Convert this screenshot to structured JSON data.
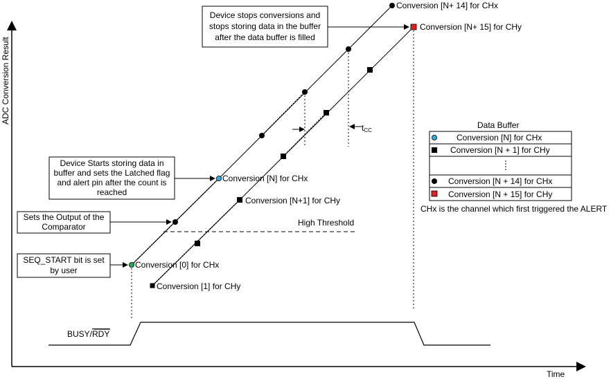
{
  "axes": {
    "y_label": "ADC Conversion Result",
    "x_label": "Time"
  },
  "callouts": {
    "stop": [
      "Device stops conversions and",
      "stops storing data in the buffer",
      "after the data buffer is filled"
    ],
    "start": [
      "Device Starts storing data in",
      "buffer  and sets the Latched flag",
      "and alert pin after the count is",
      "reached"
    ],
    "comparator": [
      "Sets the Output of the",
      "Comparator"
    ],
    "seq": [
      "SEQ_START bit is set",
      "by user"
    ]
  },
  "points": {
    "conv0": "Conversion [0] for CHx",
    "conv1": "Conversion [1] for CHy",
    "convN": "Conversion [N] for CHx",
    "convN1": "Conversion [N+1] for CHy",
    "convN14": "Conversion [N+ 14] for CHx",
    "convN15": "Conversion [N+ 15] for CHy"
  },
  "high_threshold": "High Threshold",
  "tcc": {
    "main": "t",
    "sub": "CC"
  },
  "busy": {
    "prefix": "BUSY/",
    "bar": "RDY"
  },
  "buffer": {
    "title": "Data Buffer",
    "rows": [
      {
        "marker": "circle",
        "color": "#33aadd",
        "text": "Conversion [N] for CHx"
      },
      {
        "marker": "square",
        "color": "#000000",
        "text": "Conversion [N + 1] for CHy"
      },
      {
        "marker": "dots",
        "color": "#000000",
        "text": ""
      },
      {
        "marker": "circle",
        "color": "#000000",
        "text": "Conversion [N + 14] for CHx"
      },
      {
        "marker": "square",
        "color": "#e02020",
        "text": "Conversion [N + 15] for CHy"
      }
    ],
    "note": "CHx is the channel which first triggered the ALERT"
  },
  "colors": {
    "first_marker": "#22aa55",
    "buffer_start_marker": "#33aadd",
    "last_marker": "#e02020"
  }
}
